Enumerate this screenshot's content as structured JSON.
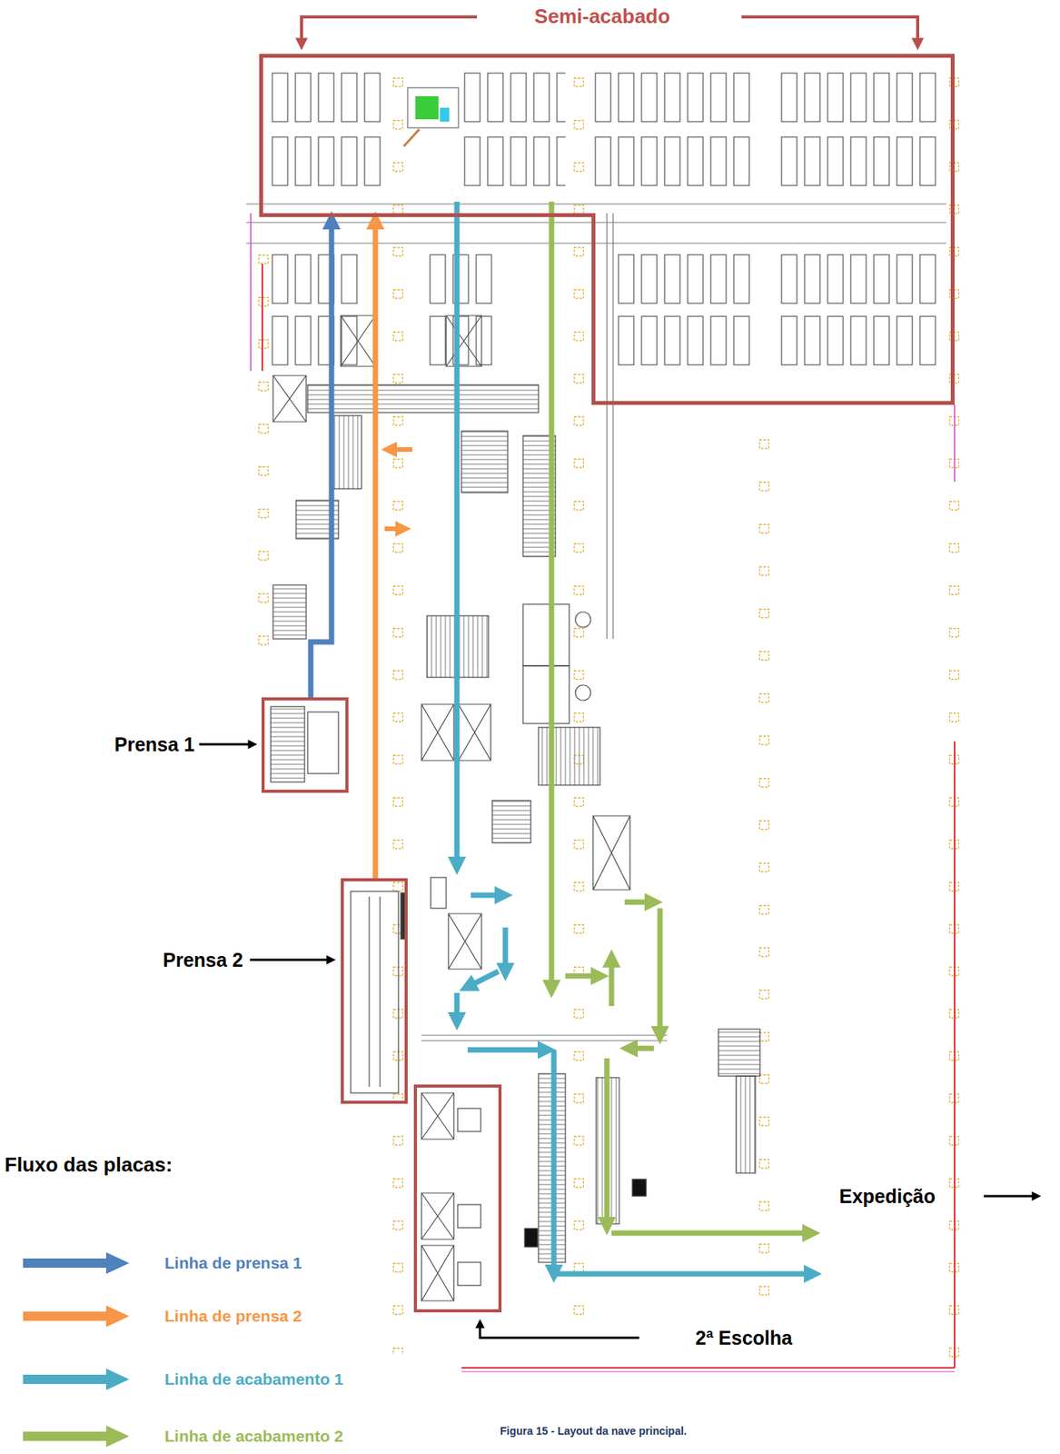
{
  "diagram": {
    "caption": "Figura 15 - Layout da nave principal.",
    "nodes": [
      {
        "text": [
          "Semi-acabado"
        ]
      },
      {
        "text": [
          "Prensa 1"
        ]
      },
      {
        "text": [
          "Prensa 2"
        ]
      },
      {
        "text": [
          "2ª Escolha"
        ]
      }
    ],
    "edges": [
      {
        "from": 1,
        "to": 0,
        "arrow": "to"
      },
      {
        "from": 2,
        "to": 0,
        "arrow": "to"
      }
    ],
    "labels": [
      "Expedição",
      "Fluxo das placas:"
    ],
    "legend": [
      {
        "text": "Linha de prensa 1",
        "color": "#4f81bd"
      },
      {
        "text": "Linha de prensa 2",
        "color": "#f79646"
      },
      {
        "text": "Linha de acabamento 1",
        "color": "#4bacc6"
      },
      {
        "text": "Linha de acabamento 2",
        "color": "#9bbb59"
      }
    ]
  }
}
